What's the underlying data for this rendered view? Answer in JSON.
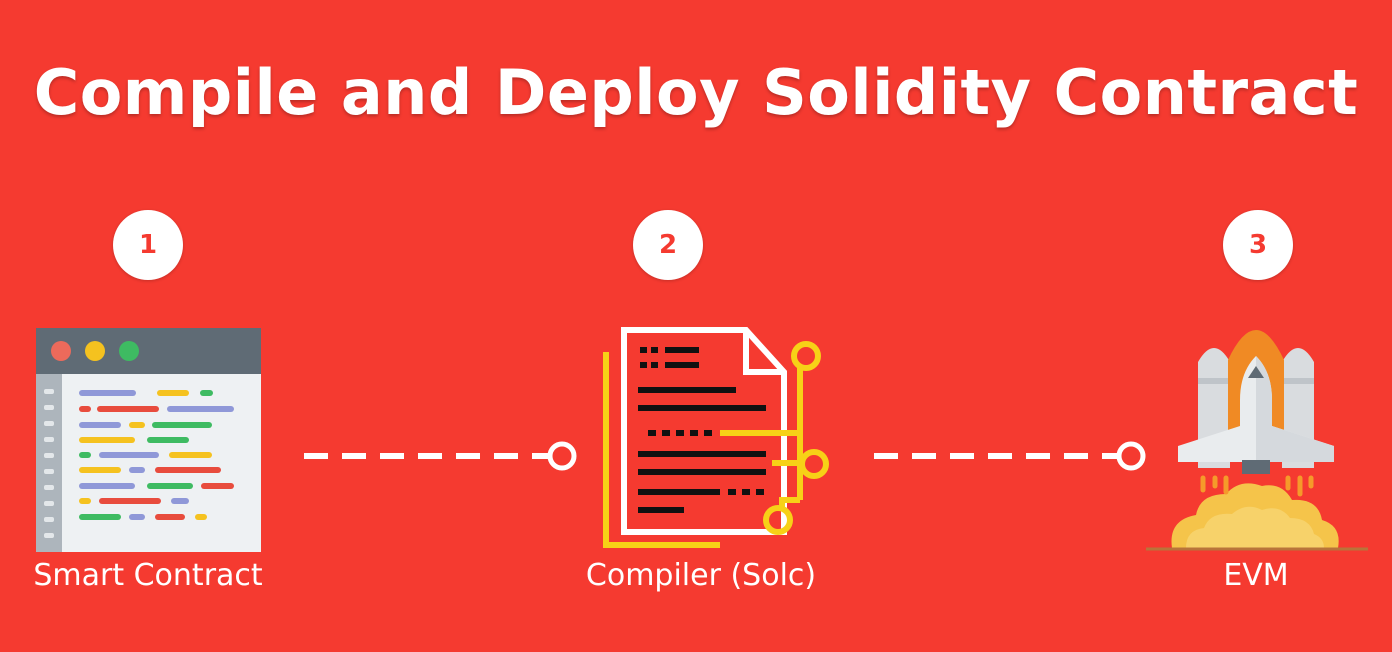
{
  "title": "Compile and Deploy Solidity Contract",
  "steps": [
    {
      "number": "1",
      "label": "Smart Contract"
    },
    {
      "number": "2",
      "label": "Compiler (Solc)"
    },
    {
      "number": "3",
      "label": "EVM"
    }
  ],
  "colors": {
    "background": "#f53a30",
    "accent_yellow": "#f7d117",
    "white": "#ffffff"
  }
}
